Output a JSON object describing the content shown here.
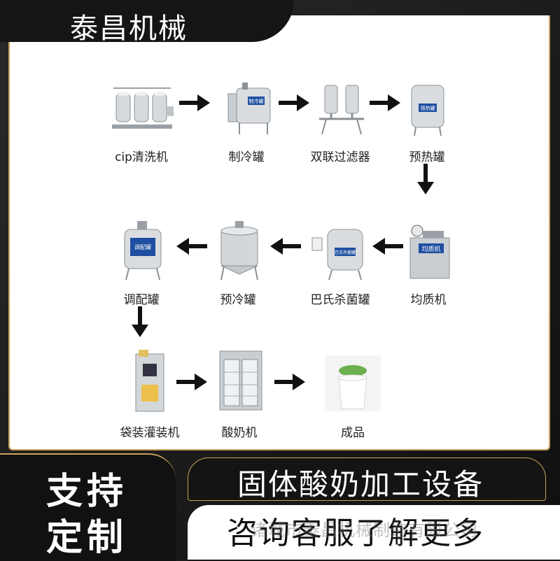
{
  "header": {
    "brand": "泰昌机械"
  },
  "steps": [
    {
      "label": "cip清洗机"
    },
    {
      "label": "制冷罐"
    },
    {
      "label": "双联过滤器"
    },
    {
      "label": "预热罐"
    },
    {
      "label": "均质机"
    },
    {
      "label": "巴氏杀菌罐"
    },
    {
      "label": "预冷罐"
    },
    {
      "label": "调配罐"
    },
    {
      "label": "袋装灌装机"
    },
    {
      "label": "酸奶机"
    },
    {
      "label": "成品"
    }
  ],
  "tank_plates": {
    "cooling": "制冷罐",
    "preheat": "预热罐",
    "homogenizer": "均质机",
    "pasteur": "巴氏杀菌罐",
    "mixing": "调配罐"
  },
  "footer": {
    "support_line1": "支持",
    "support_line2": "定制",
    "banner_title": "固体酸奶加工设备",
    "banner_cta": "咨询客服了解更多",
    "watermark": "诸城市泰昌机械制造有限公司"
  },
  "colors": {
    "gold": "#c9a35c",
    "dark": "#141414",
    "steel": "#c8ccd0",
    "plate_blue": "#1f4fa0"
  }
}
